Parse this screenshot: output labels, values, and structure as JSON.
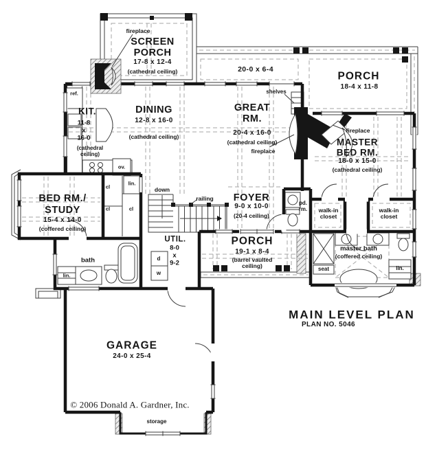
{
  "plan_info": {
    "title": "MAIN LEVEL PLAN",
    "plan_no": "PLAN NO. 5046",
    "copyright": "© 2006 Donald A. Gardner, Inc."
  },
  "rooms": {
    "screen_porch": {
      "name_line1": "SCREEN",
      "name_line2": "PORCH",
      "dims": "17-8 x 12-4",
      "ceiling": "(cathedral ceiling)"
    },
    "rear_porch": {
      "dims": "20-0 x 6-4"
    },
    "side_porch": {
      "name": "PORCH",
      "dims": "18-4 x 11-8"
    },
    "kitchen": {
      "name": "KIT.",
      "dims_line1": "11-8",
      "dims_line2": "x",
      "dims_line3": "16-0",
      "ceiling_line1": "(cathedral",
      "ceiling_line2": "ceiling)"
    },
    "dining": {
      "name": "DINING",
      "dims": "12-8 x 16-0",
      "ceiling": "(cathedral ceiling)"
    },
    "great_room": {
      "name_line1": "GREAT",
      "name_line2": "RM.",
      "dims": "20-4 x 16-0",
      "ceiling": "(cathedral ceiling)"
    },
    "master_bedroom": {
      "name_line1": "MASTER",
      "name_line2": "BED RM.",
      "dims": "18-0 x 15-0",
      "ceiling": "(cathedral ceiling)"
    },
    "bedroom_study": {
      "name_line1": "BED RM./",
      "name_line2": "STUDY",
      "dims": "15-4 x 14-0",
      "ceiling": "(coffered ceiling)"
    },
    "foyer": {
      "name": "FOYER",
      "dims": "9-0 x 10-0",
      "ceiling": "(20-4 ceiling)"
    },
    "front_porch": {
      "name": "PORCH",
      "dims": "19-1 x 8-4",
      "ceiling_line1": "(barrel vaulted",
      "ceiling_line2": "ceiling)"
    },
    "utility": {
      "name": "UTIL.",
      "dims_line1": "8-0",
      "dims_line2": "x",
      "dims_line3": "9-2"
    },
    "garage": {
      "name": "GARAGE",
      "dims": "24-0 x 25-4"
    },
    "walk_in_closet_left": {
      "line1": "walk-in",
      "line2": "closet"
    },
    "walk_in_closet_right": {
      "line1": "walk-in",
      "line2": "closet"
    },
    "master_bath": {
      "line1": "master bath",
      "line2": "(coffered ceiling)"
    },
    "powder_room": {
      "line1": "pd.",
      "line2": "rm."
    },
    "bath": {
      "name": "bath"
    },
    "storage": {
      "name": "storage"
    }
  },
  "fixtures": {
    "fireplace_screen_porch": "fireplace",
    "fireplace_great_room": "fireplace",
    "fireplace_master": "fireplace",
    "shelves": "shelves",
    "refrigerator": "ref.",
    "oven": "ov.",
    "linen_kitchen": "lin.",
    "closet_1": "cl",
    "closet_2": "cl",
    "closet_3": "cl",
    "stairs_down": "down",
    "railing": "railing",
    "dryer": "d",
    "washer": "w",
    "linen_bath": "lin.",
    "seat": "seat",
    "linen_master": "lin."
  },
  "colors": {
    "wall": "#161616",
    "background": "#ffffff",
    "dashed_lines": "#a6a6a6",
    "hatch": "#666666"
  }
}
